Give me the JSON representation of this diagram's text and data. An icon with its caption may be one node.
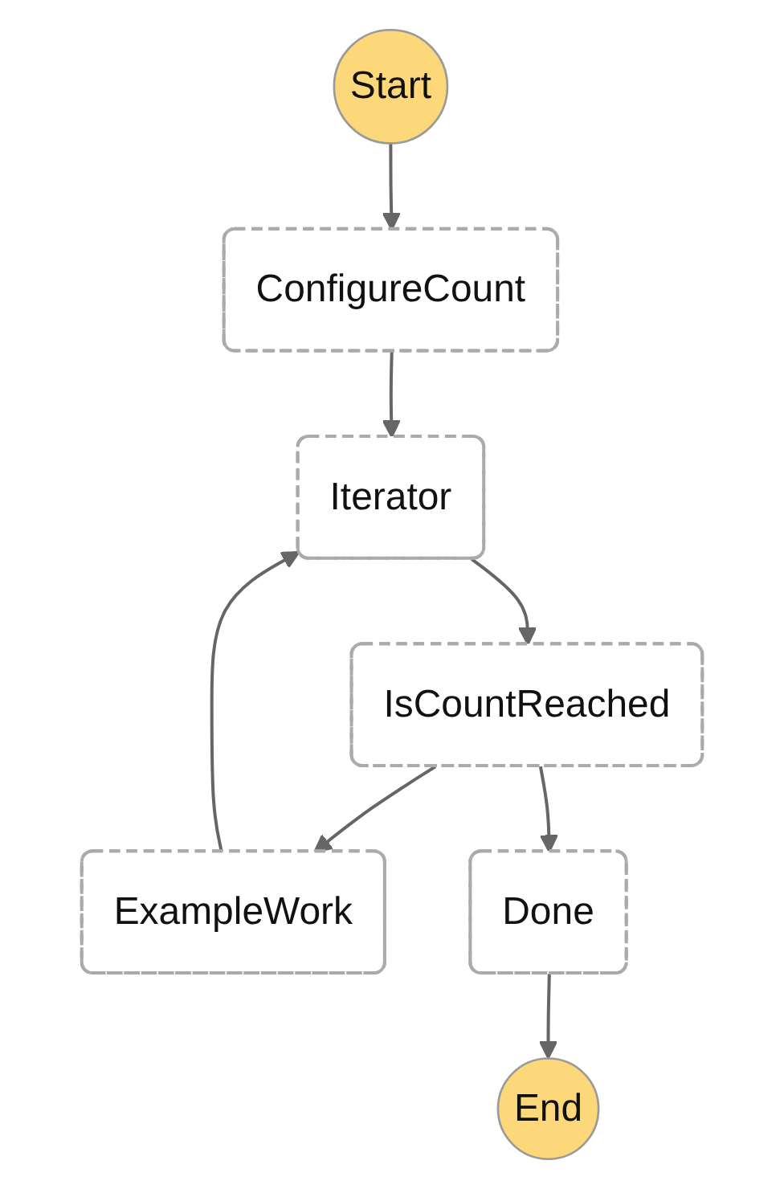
{
  "diagram": {
    "nodes": [
      {
        "text": [
          "Start"
        ]
      },
      {
        "text": [
          "ConfigureCount"
        ]
      },
      {
        "text": [
          "Iterator"
        ]
      },
      {
        "text": [
          "IsCountReached"
        ]
      },
      {
        "text": [
          "ExampleWork"
        ]
      },
      {
        "text": [
          "Done"
        ]
      },
      {
        "text": [
          "End"
        ]
      }
    ],
    "edges": [
      {
        "from": 0,
        "to": 1,
        "arrow": "to"
      },
      {
        "from": 1,
        "to": 2,
        "arrow": "to"
      },
      {
        "from": 2,
        "to": 3,
        "arrow": "to"
      },
      {
        "from": 3,
        "to": 4,
        "arrow": "to"
      },
      {
        "from": 3,
        "to": 5,
        "arrow": "to"
      },
      {
        "from": 4,
        "to": 2,
        "arrow": "to"
      },
      {
        "from": 5,
        "to": 6,
        "arrow": "to"
      }
    ]
  }
}
